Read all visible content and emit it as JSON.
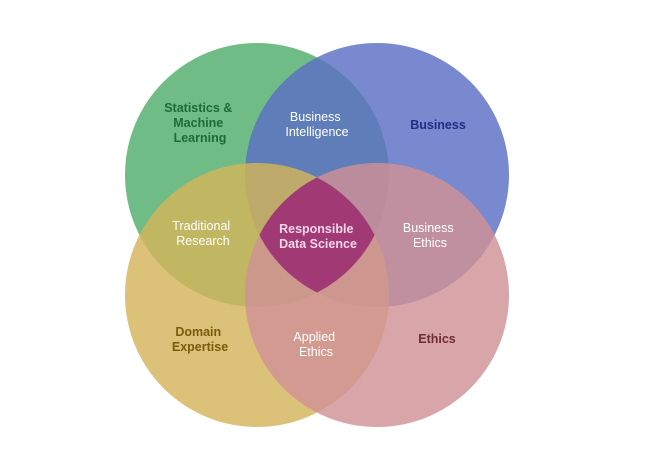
{
  "diagram": {
    "type": "venn-4",
    "sets": [
      {
        "id": "stats",
        "lines": [
          "Statistics &",
          "Machine",
          "Learning"
        ],
        "fill": "#5fb57a",
        "text_color": "#1e6b35"
      },
      {
        "id": "business",
        "lines": [
          "Business"
        ],
        "fill": "#5a6fc4",
        "text_color": "#1f2f86"
      },
      {
        "id": "domain",
        "lines": [
          "Domain",
          "Expertise"
        ],
        "fill": "#d3b55a",
        "text_color": "#7a5b07"
      },
      {
        "id": "ethics",
        "lines": [
          "Ethics"
        ],
        "fill": "#cf9196",
        "text_color": "#6e2d30"
      }
    ],
    "intersections": [
      {
        "id": "bi",
        "lines": [
          "Business",
          "Intelligence"
        ],
        "text_color": "#ffffff"
      },
      {
        "id": "trad",
        "lines": [
          "Traditional",
          "Research"
        ],
        "text_color": "#ffffff"
      },
      {
        "id": "bethics",
        "lines": [
          "Business",
          "Ethics"
        ],
        "text_color": "#ffffff"
      },
      {
        "id": "applied",
        "lines": [
          "Applied",
          "Ethics"
        ],
        "text_color": "#ffffff"
      },
      {
        "id": "center",
        "lines": [
          "Responsible",
          "Data Science"
        ],
        "text_color": "#f3d6e8",
        "fill": "#9c2f72"
      }
    ]
  }
}
